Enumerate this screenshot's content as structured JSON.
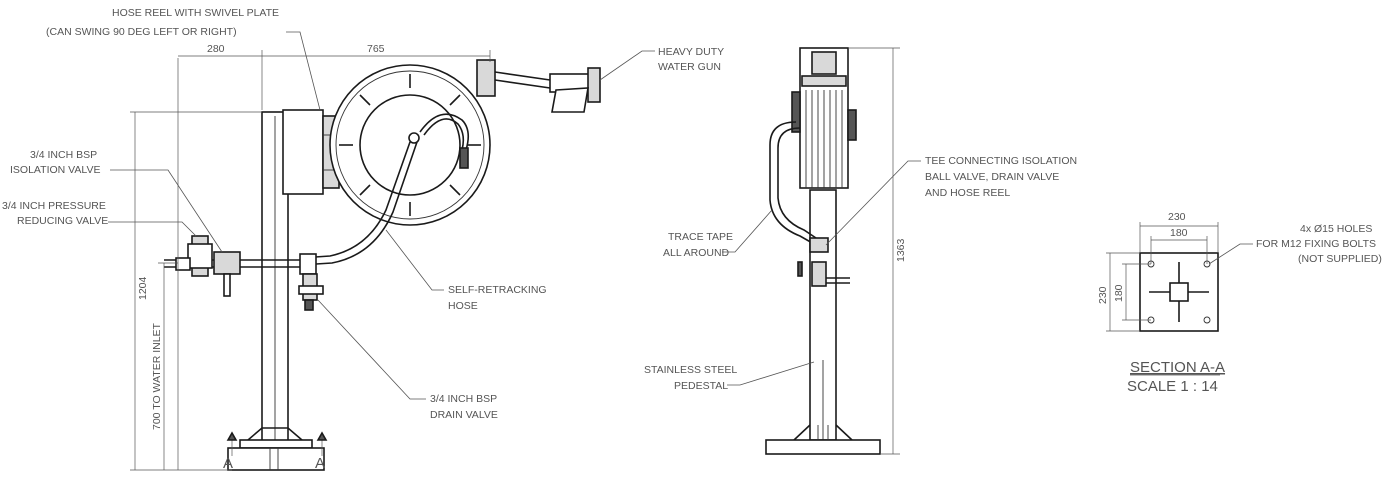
{
  "labels": {
    "hose_reel_line1": "HOSE REEL WITH SWIVEL PLATE",
    "hose_reel_line2": "(CAN SWING 90 DEG LEFT OR RIGHT)",
    "water_gun_line1": "HEAVY DUTY",
    "water_gun_line2": "WATER GUN",
    "isolation_line1": "3/4 INCH BSP",
    "isolation_line2": "ISOLATION VALVE",
    "prv_line1": "3/4 INCH PRESSURE",
    "prv_line2": "REDUCING VALVE",
    "hose_line1": "SELF-RETRACKING",
    "hose_line2": "HOSE",
    "drain_line1": "3/4 INCH BSP",
    "drain_line2": "DRAIN VALVE",
    "trace_line1": "TRACE TAPE",
    "trace_line2": "ALL AROUND",
    "tee_line1": "TEE CONNECTING ISOLATION",
    "tee_line2": "BALL VALVE, DRAIN VALVE",
    "tee_line3": "AND HOSE REEL",
    "pedestal_line1": "STAINLESS STEEL",
    "pedestal_line2": "PEDESTAL",
    "holes_line1": "4x Ø15 HOLES",
    "holes_line2": "FOR M12 FIXING BOLTS",
    "holes_line3": "(NOT SUPPLIED)",
    "section_title": "SECTION A-A",
    "section_scale": "SCALE 1 : 14",
    "section_marker_left": "A",
    "section_marker_right": "A"
  },
  "dimensions": {
    "d280": "280",
    "d765": "765",
    "d1204": "1204",
    "d700": "700 TO WATER INLET",
    "d1363": "1363",
    "d230_top": "230",
    "d180_top": "180",
    "d230_side": "230",
    "d180_side": "180"
  },
  "colors": {
    "line": "#1a1a1a",
    "annotation": "#555555"
  }
}
